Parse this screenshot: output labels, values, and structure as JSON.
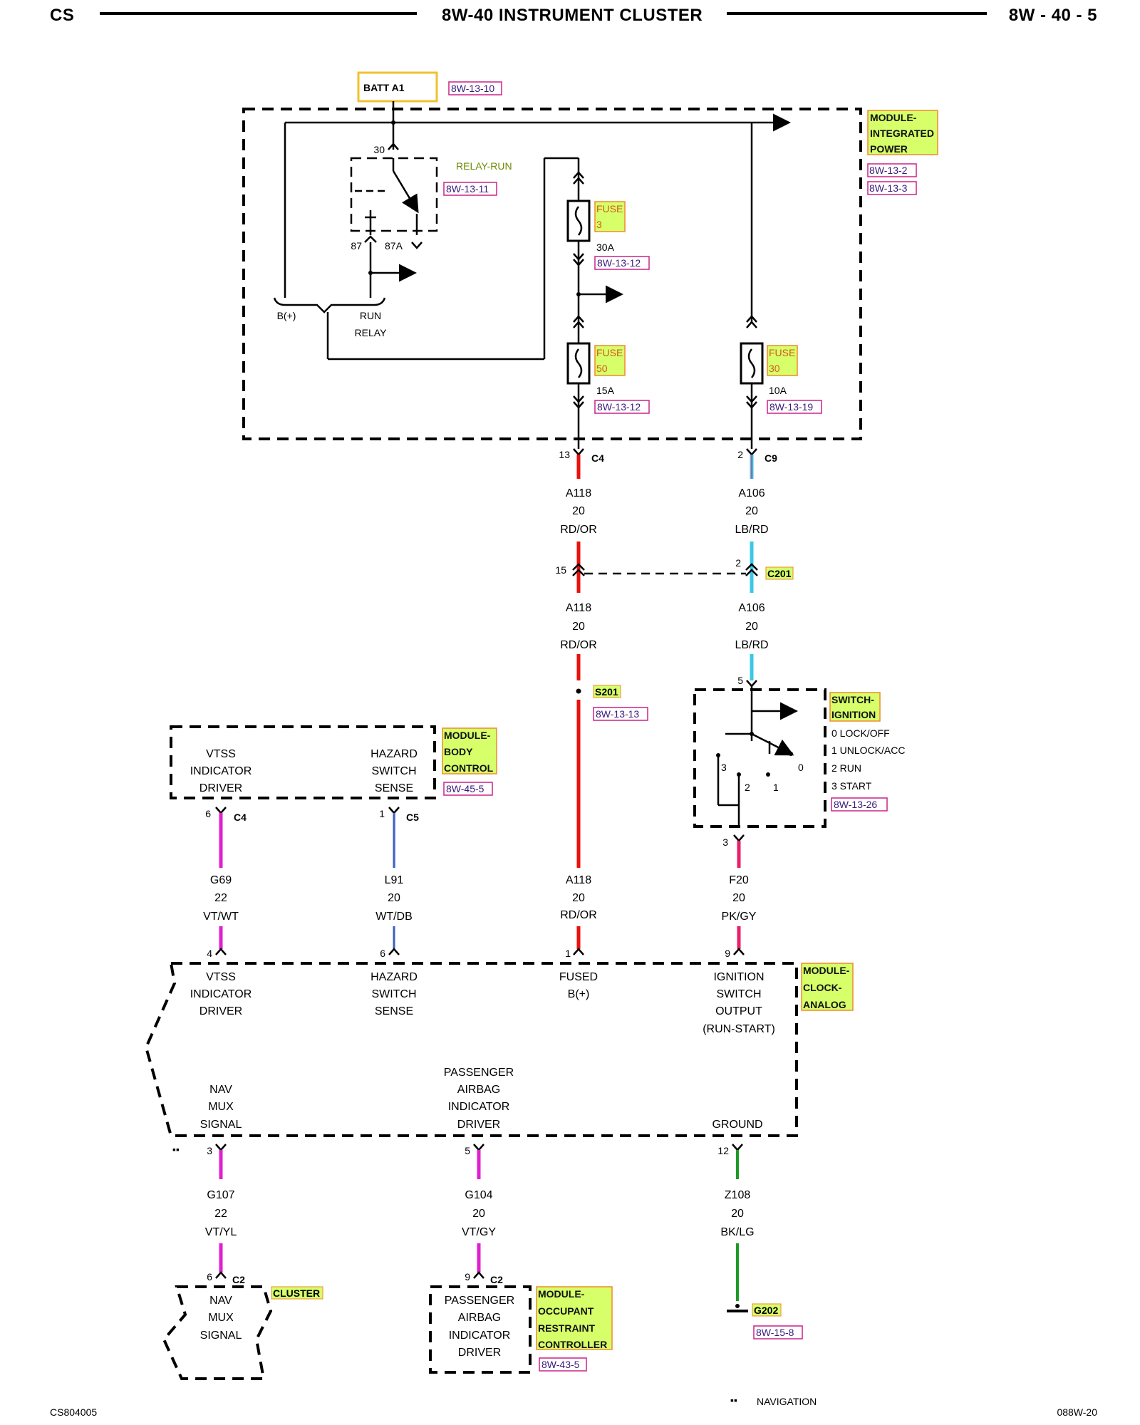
{
  "header": {
    "left": "CS",
    "title": "8W-40 INSTRUMENT CLUSTER",
    "right": "8W - 40 - 5"
  },
  "footer": {
    "left": "CS804005",
    "right": "088W-20",
    "legend_symbol": "▪▪",
    "legend": "NAVIGATION"
  },
  "colors": {
    "red": "#e8120c",
    "light_blue": "#3cc7e6",
    "violet": "#e020d0",
    "blue": "#3a5fc0",
    "pink": "#e8206a",
    "green": "#1f9a2a",
    "label_fill": "#d6ff6a"
  },
  "batt": {
    "label": "BATT A1",
    "ref": "8W-13-10"
  },
  "ipm": {
    "label": [
      "MODULE-",
      "INTEGRATED",
      "POWER"
    ],
    "refs": [
      "8W-13-2",
      "8W-13-3"
    ]
  },
  "relay": {
    "label": "RELAY-RUN",
    "ref": "8W-13-11",
    "pin30": "30",
    "pin87": "87",
    "pin87a": "87A",
    "bplus": "B(+)",
    "run": "RUN",
    "relay": "RELAY"
  },
  "fuse3": {
    "label": [
      "FUSE",
      "3"
    ],
    "amps": "30A",
    "ref": "8W-13-12"
  },
  "fuse50": {
    "label": [
      "FUSE",
      "50"
    ],
    "amps": "15A",
    "ref": "8W-13-12"
  },
  "fuse30": {
    "label": [
      "FUSE",
      "30"
    ],
    "amps": "10A",
    "ref": "8W-13-19"
  },
  "c4_top": {
    "pin": "13",
    "conn": "C4"
  },
  "c9": {
    "pin": "2",
    "conn": "C9"
  },
  "wire_a118": {
    "code": "A118",
    "gauge": "20",
    "color": "RD/OR"
  },
  "wire_a106": {
    "code": "A106",
    "gauge": "20",
    "color": "LB/RD"
  },
  "c201": {
    "pin_left": "15",
    "pin_right": "2",
    "conn": "C201"
  },
  "s201": {
    "label": "S201",
    "ref": "8W-13-13"
  },
  "switch_ign": {
    "label": [
      "SWITCH-",
      "IGNITION"
    ],
    "positions": [
      "0 LOCK/OFF",
      "1 UNLOCK/ACC",
      "2 RUN",
      "3 START"
    ],
    "ref": "8W-13-26",
    "pin_in": "5",
    "pin_out": "3",
    "n0": "0",
    "n1": "1",
    "n2": "2",
    "n3": "3"
  },
  "bcm": {
    "label": [
      "MODULE-",
      "BODY",
      "CONTROL"
    ],
    "ref": "8W-45-5",
    "vtss": [
      "VTSS",
      "INDICATOR",
      "DRIVER"
    ],
    "hazard": [
      "HAZARD",
      "SWITCH",
      "SENSE"
    ],
    "pin_vtss": "6",
    "conn_vtss": "C4",
    "pin_hazard": "1",
    "conn_hazard": "C5"
  },
  "wire_g69": {
    "code": "G69",
    "gauge": "22",
    "color": "VT/WT"
  },
  "wire_l91": {
    "code": "L91",
    "gauge": "20",
    "color": "WT/DB"
  },
  "wire_f20": {
    "code": "F20",
    "gauge": "20",
    "color": "PK/GY"
  },
  "clock": {
    "label": [
      "MODULE-",
      "CLOCK-",
      "ANALOG"
    ],
    "pins_top": [
      "4",
      "6",
      "1",
      "9"
    ],
    "vtss": [
      "VTSS",
      "INDICATOR",
      "DRIVER"
    ],
    "hazard": [
      "HAZARD",
      "SWITCH",
      "SENSE"
    ],
    "fused": [
      "FUSED",
      "B(+)"
    ],
    "ign": [
      "IGNITION",
      "SWITCH",
      "OUTPUT",
      "(RUN-START)"
    ],
    "nav": [
      "NAV",
      "MUX",
      "SIGNAL"
    ],
    "pass": [
      "PASSENGER",
      "AIRBAG",
      "INDICATOR",
      "DRIVER"
    ],
    "ground": "GROUND",
    "pins_bottom": [
      "3",
      "5",
      "12"
    ]
  },
  "wire_g107": {
    "code": "G107",
    "gauge": "22",
    "color": "VT/YL"
  },
  "wire_g104": {
    "code": "G104",
    "gauge": "20",
    "color": "VT/GY"
  },
  "wire_z108": {
    "code": "Z108",
    "gauge": "20",
    "color": "BK/LG"
  },
  "cluster": {
    "label": "CLUSTER",
    "pin": "6",
    "conn": "C2",
    "lines": [
      "NAV",
      "MUX",
      "SIGNAL"
    ]
  },
  "orc": {
    "label": [
      "MODULE-",
      "OCCUPANT",
      "RESTRAINT",
      "CONTROLLER"
    ],
    "ref": "8W-43-5",
    "pin": "9",
    "conn": "C2",
    "lines": [
      "PASSENGER",
      "AIRBAG",
      "INDICATOR",
      "DRIVER"
    ]
  },
  "g202": {
    "label": "G202",
    "ref": "8W-15-8"
  }
}
